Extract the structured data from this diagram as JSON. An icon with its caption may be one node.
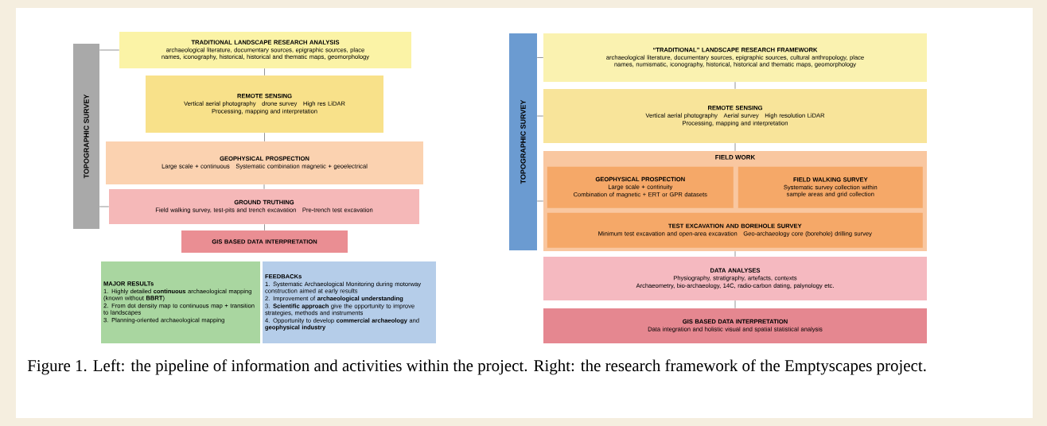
{
  "diagram": {
    "caption": "Figure 1. Left: the pipeline of information and activities within the project. Right: the research framework of the Emptyscapes project.",
    "nodes": [
      {
        "text": [
          "TOPOGRAPHIC SURVEY"
        ]
      },
      {
        "text": [
          "TRADITIONAL LANDSCAPE RESEARCH ANALYSIS",
          "archaeological literature, documentary sources, epigraphic sources, place names, iconography, historical, historical and thematic maps, geomorphology"
        ]
      },
      {
        "text": [
          "REMOTE SENSING",
          "Vertical aerial photography",
          "drone survey",
          "High res LiDAR",
          "Processing, mapping and interpretation"
        ]
      },
      {
        "text": [
          "GEOPHYSICAL PROSPECTION",
          "Large scale + continuous",
          "Systematic combination magnetic + geoelectrical"
        ]
      },
      {
        "text": [
          "GROUND TRUTHING",
          "Field walking survey, test-pits and trench excavation",
          "Pre-trench test excavation"
        ]
      },
      {
        "text": [
          "GIS BASED DATA INTERPRETATION"
        ]
      },
      {
        "text": [
          "MAJOR RESULTs",
          "1. Highly detailed **continuous** archaeological mapping (known without **BBRT**)",
          "2. From dot density map to continuous map + transition to landscapes",
          "3. Planning-oriented archaeological mapping"
        ]
      },
      {
        "text": [
          "FEEDBACKs",
          "1. Systematic Archaeological Monitoring during motorway construction aimed at early results",
          "2. Improvement of **archaeological understanding**",
          "3. **Scientific approach** give the opportunity to improve strategies, methods and instruments",
          "4. Opportunity to develop **commercial archaeology** and **geophysical industry**"
        ]
      },
      {
        "text": [
          "TOPOGRAPHIC SURVEY"
        ]
      },
      {
        "text": [
          "“TRADITIONAL” LANDSCAPE RESEARCH FRAMEWORK",
          "archaeological literature, documentary sources, epigraphic sources, cultural anthropology, place names, numismatic, iconography, historical, historical and thematic maps, geomorphology"
        ]
      },
      {
        "text": [
          "REMOTE SENSING",
          "Vertical aerial photography",
          "Aerial survey",
          "High resolution LiDAR",
          "Processing, mapping and interpretation"
        ]
      },
      {
        "text": [
          "FIELD WORK"
        ]
      },
      {
        "text": [
          "GEOPHYSICAL PROSPECTION",
          "Large scale + continuity",
          "Combination of magnetic + ERT or GPR datasets"
        ],
        "in": 11
      },
      {
        "text": [
          "FIELD WALKING SURVEY",
          "Systematic survey collection within sample areas and grid collection"
        ],
        "in": 11
      },
      {
        "text": [
          "TEST EXCAVATION AND BOREHOLE SURVEY",
          "Minimum test excavation and open-area excavation",
          "Geo-archaeology core (borehole) drilling survey"
        ],
        "in": 11
      },
      {
        "text": [
          "DATA ANALYSES",
          "Physiography, stratigraphy, artefacts, contexts",
          "Archaeometry, bio-archaeology, 14C, radio-carbon dating, palynology etc."
        ]
      },
      {
        "text": [
          "GIS BASED DATA INTERPRETATION",
          "Data integration and holistic visual and spatial statistical analysis"
        ]
      }
    ],
    "edges": [
      {
        "from": 0,
        "to": 1,
        "arrow": "none"
      },
      {
        "from": 0,
        "to": 4,
        "arrow": "none"
      },
      {
        "from": 1,
        "to": 2,
        "arrow": "none"
      },
      {
        "from": 2,
        "to": 3,
        "arrow": "none"
      },
      {
        "from": 3,
        "to": 4,
        "arrow": "none"
      },
      {
        "from": 4,
        "to": 5,
        "arrow": "none"
      },
      {
        "from": 8,
        "to": 9,
        "arrow": "none"
      },
      {
        "from": 8,
        "to": 10,
        "arrow": "none"
      },
      {
        "from": 8,
        "to": 11,
        "arrow": "none"
      },
      {
        "from": 9,
        "to": 10,
        "arrow": "none"
      },
      {
        "from": 10,
        "to": 11,
        "arrow": "none"
      },
      {
        "from": 11,
        "to": 15,
        "arrow": "none"
      },
      {
        "from": 15,
        "to": 16,
        "arrow": "none"
      }
    ]
  }
}
